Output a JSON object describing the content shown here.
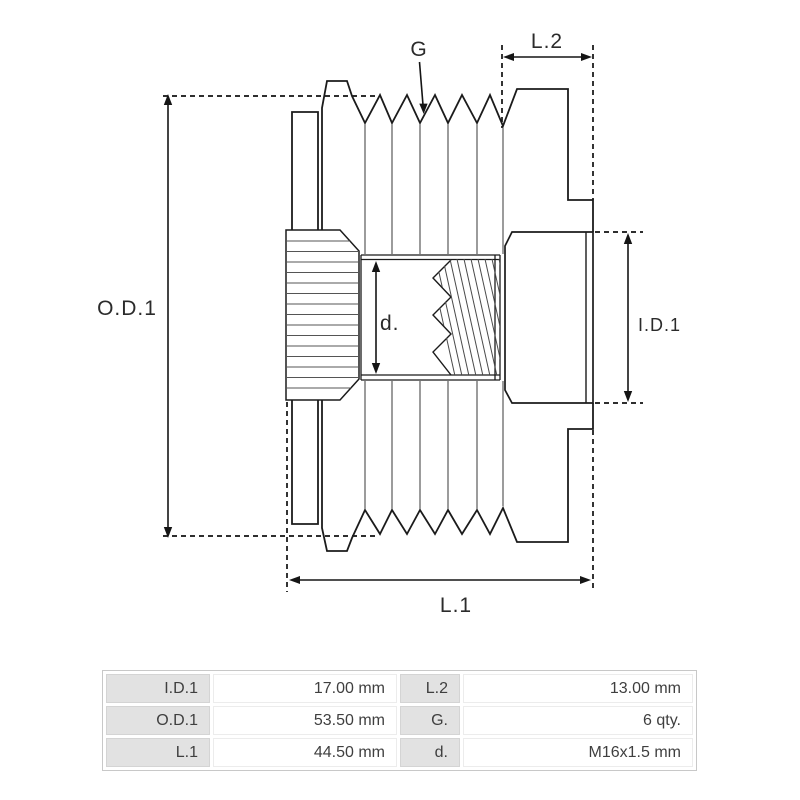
{
  "diagram": {
    "labels": {
      "od1": "O.D.1",
      "g": "G",
      "l2": "L.2",
      "id1": "I.D.1",
      "d": "d.",
      "l1": "L.1"
    }
  },
  "table": {
    "rows": [
      {
        "cells": [
          "I.D.1",
          "17.00 mm",
          "L.2",
          "13.00 mm"
        ]
      },
      {
        "cells": [
          "O.D.1",
          "53.50 mm",
          "G.",
          "6 qty."
        ]
      },
      {
        "cells": [
          "L.1",
          "44.50 mm",
          "d.",
          "M16x1.5 mm"
        ]
      }
    ]
  }
}
